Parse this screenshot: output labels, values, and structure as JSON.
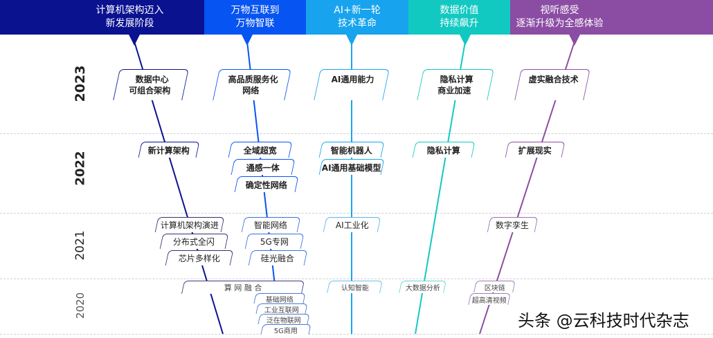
{
  "colors": {
    "col1": "#0a1290",
    "col2": "#0654f2",
    "col3": "#17a3ee",
    "col4": "#12c9c1",
    "col5": "#8b4da3"
  },
  "header": [
    {
      "line1": "计算机架构迈入",
      "line2": "新发展阶段"
    },
    {
      "line1": "万物互联到",
      "line2": "万物智联"
    },
    {
      "line1": "AI+新一轮",
      "line2": "技术革命"
    },
    {
      "line1": "数据价值",
      "line2": "持续飙升"
    },
    {
      "line1": "视听感受",
      "line2": "逐渐升级为全感体验"
    }
  ],
  "years": [
    "2023",
    "2022",
    "2021",
    "2020"
  ],
  "y2023": [
    {
      "line1": "数据中心",
      "line2": "可组合架构"
    },
    {
      "line1": "高品质服务化",
      "line2": "网络"
    },
    {
      "line1": "AI通用能力",
      "line2": ""
    },
    {
      "line1": "隐私计算",
      "line2": "商业加速"
    },
    {
      "line1": "虚实融合技术",
      "line2": ""
    }
  ],
  "y2022": [
    "新计算架构",
    "全域超宽",
    "通感一体",
    "确定性网络",
    "智能机器人",
    "AI通用基础模型",
    "隐私计算",
    "扩展现实"
  ],
  "y2021": [
    "计算机架构演进",
    "分布式全闪",
    "芯片多样化",
    "智能网络",
    "5G专网",
    "硅光融合",
    "AI工业化",
    "数字孪生"
  ],
  "y2020": [
    "算 网 融 合",
    "基础网络",
    "工业互联网",
    "泛在物联网",
    "5G商用",
    "认知智能",
    "大数据分析",
    "区块链",
    "超高清视频"
  ],
  "watermark": "头条 @云科技时代杂志"
}
